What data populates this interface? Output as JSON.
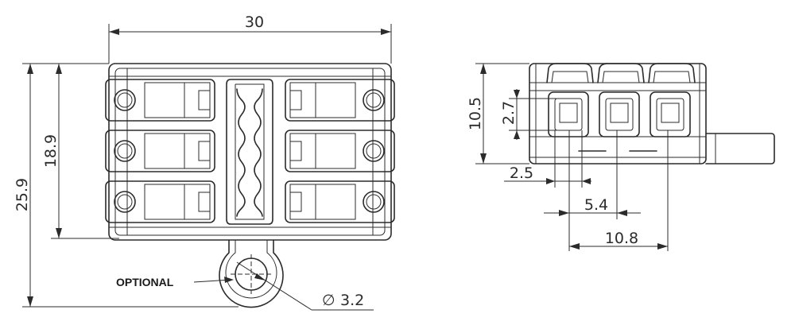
{
  "front_view": {
    "width_dim": "30",
    "height_total_dim": "25.9",
    "height_body_dim": "18.9",
    "hole_dim": "3.2",
    "diameter_symbol": "∅",
    "optional_label": "OPTIONAL"
  },
  "side_view": {
    "height_dim": "10.5",
    "slot_dim": "2.7",
    "offset_dim": "2.5",
    "pitch_dim": "5.4",
    "span_dim": "10.8"
  },
  "colors": {
    "line": "#2b2b2b",
    "background": "#ffffff"
  }
}
